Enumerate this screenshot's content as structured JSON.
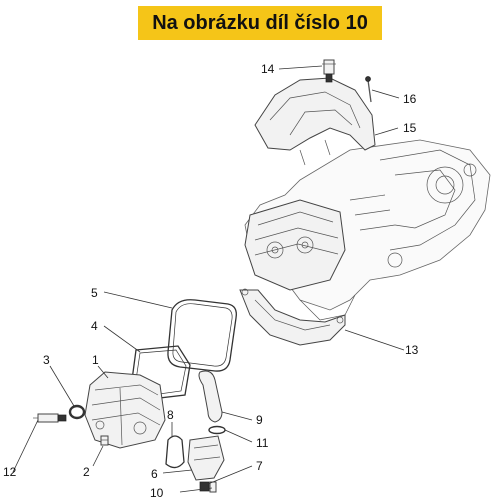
{
  "banner": {
    "title": "Na obrázku díl číslo 10",
    "background_color": "#f5c518"
  },
  "callouts": {
    "c1": "1",
    "c2": "2",
    "c3": "3",
    "c4": "4",
    "c5": "5",
    "c6": "6",
    "c7": "7",
    "c8": "8",
    "c9": "9",
    "c10": "10",
    "c11": "11",
    "c12": "12",
    "c13": "13",
    "c14": "14",
    "c15": "15",
    "c16": "16"
  }
}
